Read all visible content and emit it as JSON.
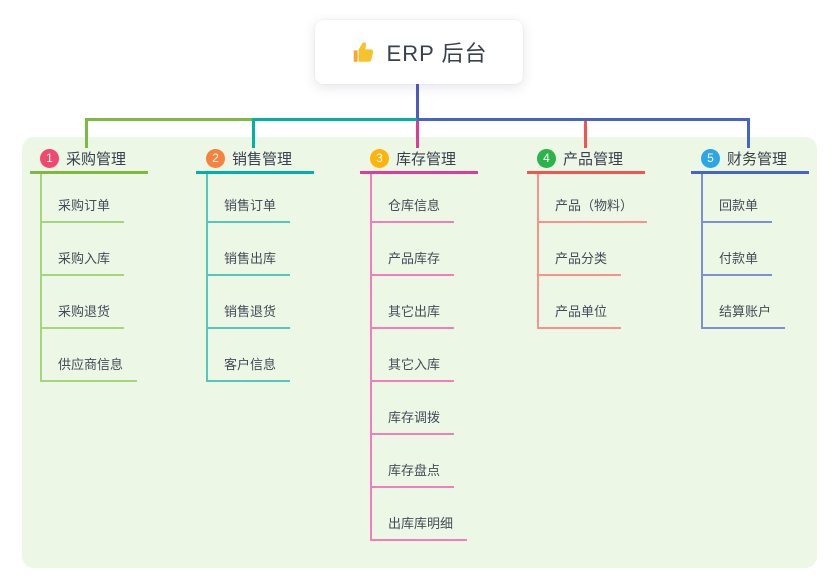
{
  "root": {
    "label": "ERP 后台",
    "icon": "thumbs-up",
    "line_color": "#4a5ac6"
  },
  "panel": {
    "background": "#ecf7e5"
  },
  "branches": [
    {
      "index": "1",
      "title": "采购管理",
      "color": "#7eba40",
      "light_color": "#a6d67c",
      "badge_color": "#f2486f",
      "children": [
        "采购订单",
        "采购入库",
        "采购退货",
        "供应商信息"
      ]
    },
    {
      "index": "2",
      "title": "销售管理",
      "color": "#00b1a6",
      "light_color": "#55c8bd",
      "badge_color": "#f5823d",
      "children": [
        "销售订单",
        "销售出库",
        "销售退货",
        "客户信息"
      ]
    },
    {
      "index": "3",
      "title": "库存管理",
      "color": "#e03a98",
      "light_color": "#f07fbc",
      "badge_color": "#ffb40a",
      "children": [
        "仓库信息",
        "产品库存",
        "其它出库",
        "其它入库",
        "库存调拨",
        "库存盘点",
        "出库库明细"
      ]
    },
    {
      "index": "4",
      "title": "产品管理",
      "color": "#f4544f",
      "light_color": "#f7938c",
      "badge_color": "#2cb34b",
      "children": [
        "产品（物料）",
        "产品分类",
        "产品单位"
      ]
    },
    {
      "index": "5",
      "title": "财务管理",
      "color": "#4664c6",
      "light_color": "#7d90d4",
      "badge_color": "#2ba7e8",
      "children": [
        "回款单",
        "付款单",
        "结算账户"
      ]
    }
  ]
}
